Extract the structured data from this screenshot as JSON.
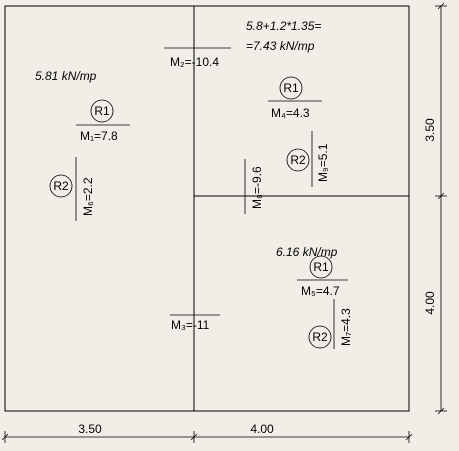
{
  "load_labels": {
    "top_right_line1": "5.8+1.2*1.35=",
    "top_right_line2": "=7.43 kN/mp",
    "left": "5.81 kN/mp",
    "bottom_right": "6.16 kN/mp"
  },
  "support_tags": {
    "r1": "R1",
    "r2": "R2"
  },
  "moments": {
    "m1": "M₁=7.8",
    "m2": "M₂=-10.4",
    "m3": "M₃=-11",
    "m4": "M₄=4.3",
    "m5": "M₅=4.7",
    "m6": "M₆=2.2",
    "m7": "M₇=4.3",
    "m8": "M₈=-9.6",
    "m9": "M₉=5.1"
  },
  "dimensions": {
    "bottom_left": "3.50",
    "bottom_right": "4.00",
    "right_top": "3.50",
    "right_bottom": "4.00"
  }
}
